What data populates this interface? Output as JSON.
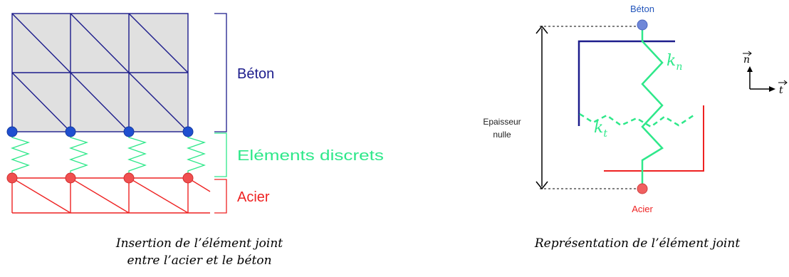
{
  "colors": {
    "beton": "#1c1c8c",
    "discrete": "#2ee88a",
    "acier": "#ee2222",
    "node_blue": "#1f4fd0",
    "node_red": "#f05050",
    "mesh_fill": "#e0e0e0"
  },
  "left_figure": {
    "labels": {
      "beton": "Béton",
      "discrete": "Eléments discrets",
      "acier": "Acier"
    },
    "caption": {
      "line1": "Insertion de l’élément joint",
      "line2": "entre l’acier et le béton"
    }
  },
  "right_figure": {
    "labels": {
      "top": "Béton",
      "bottom": "Acier",
      "thickness_line1": "Epaisseur",
      "thickness_line2": "nulle",
      "kn_base": "k",
      "kn_sub": "n",
      "kt_base": "k",
      "kt_sub": "t",
      "axis_n": "n",
      "axis_t": "t"
    },
    "caption": {
      "line1": "Représentation de l’élément joint"
    }
  }
}
